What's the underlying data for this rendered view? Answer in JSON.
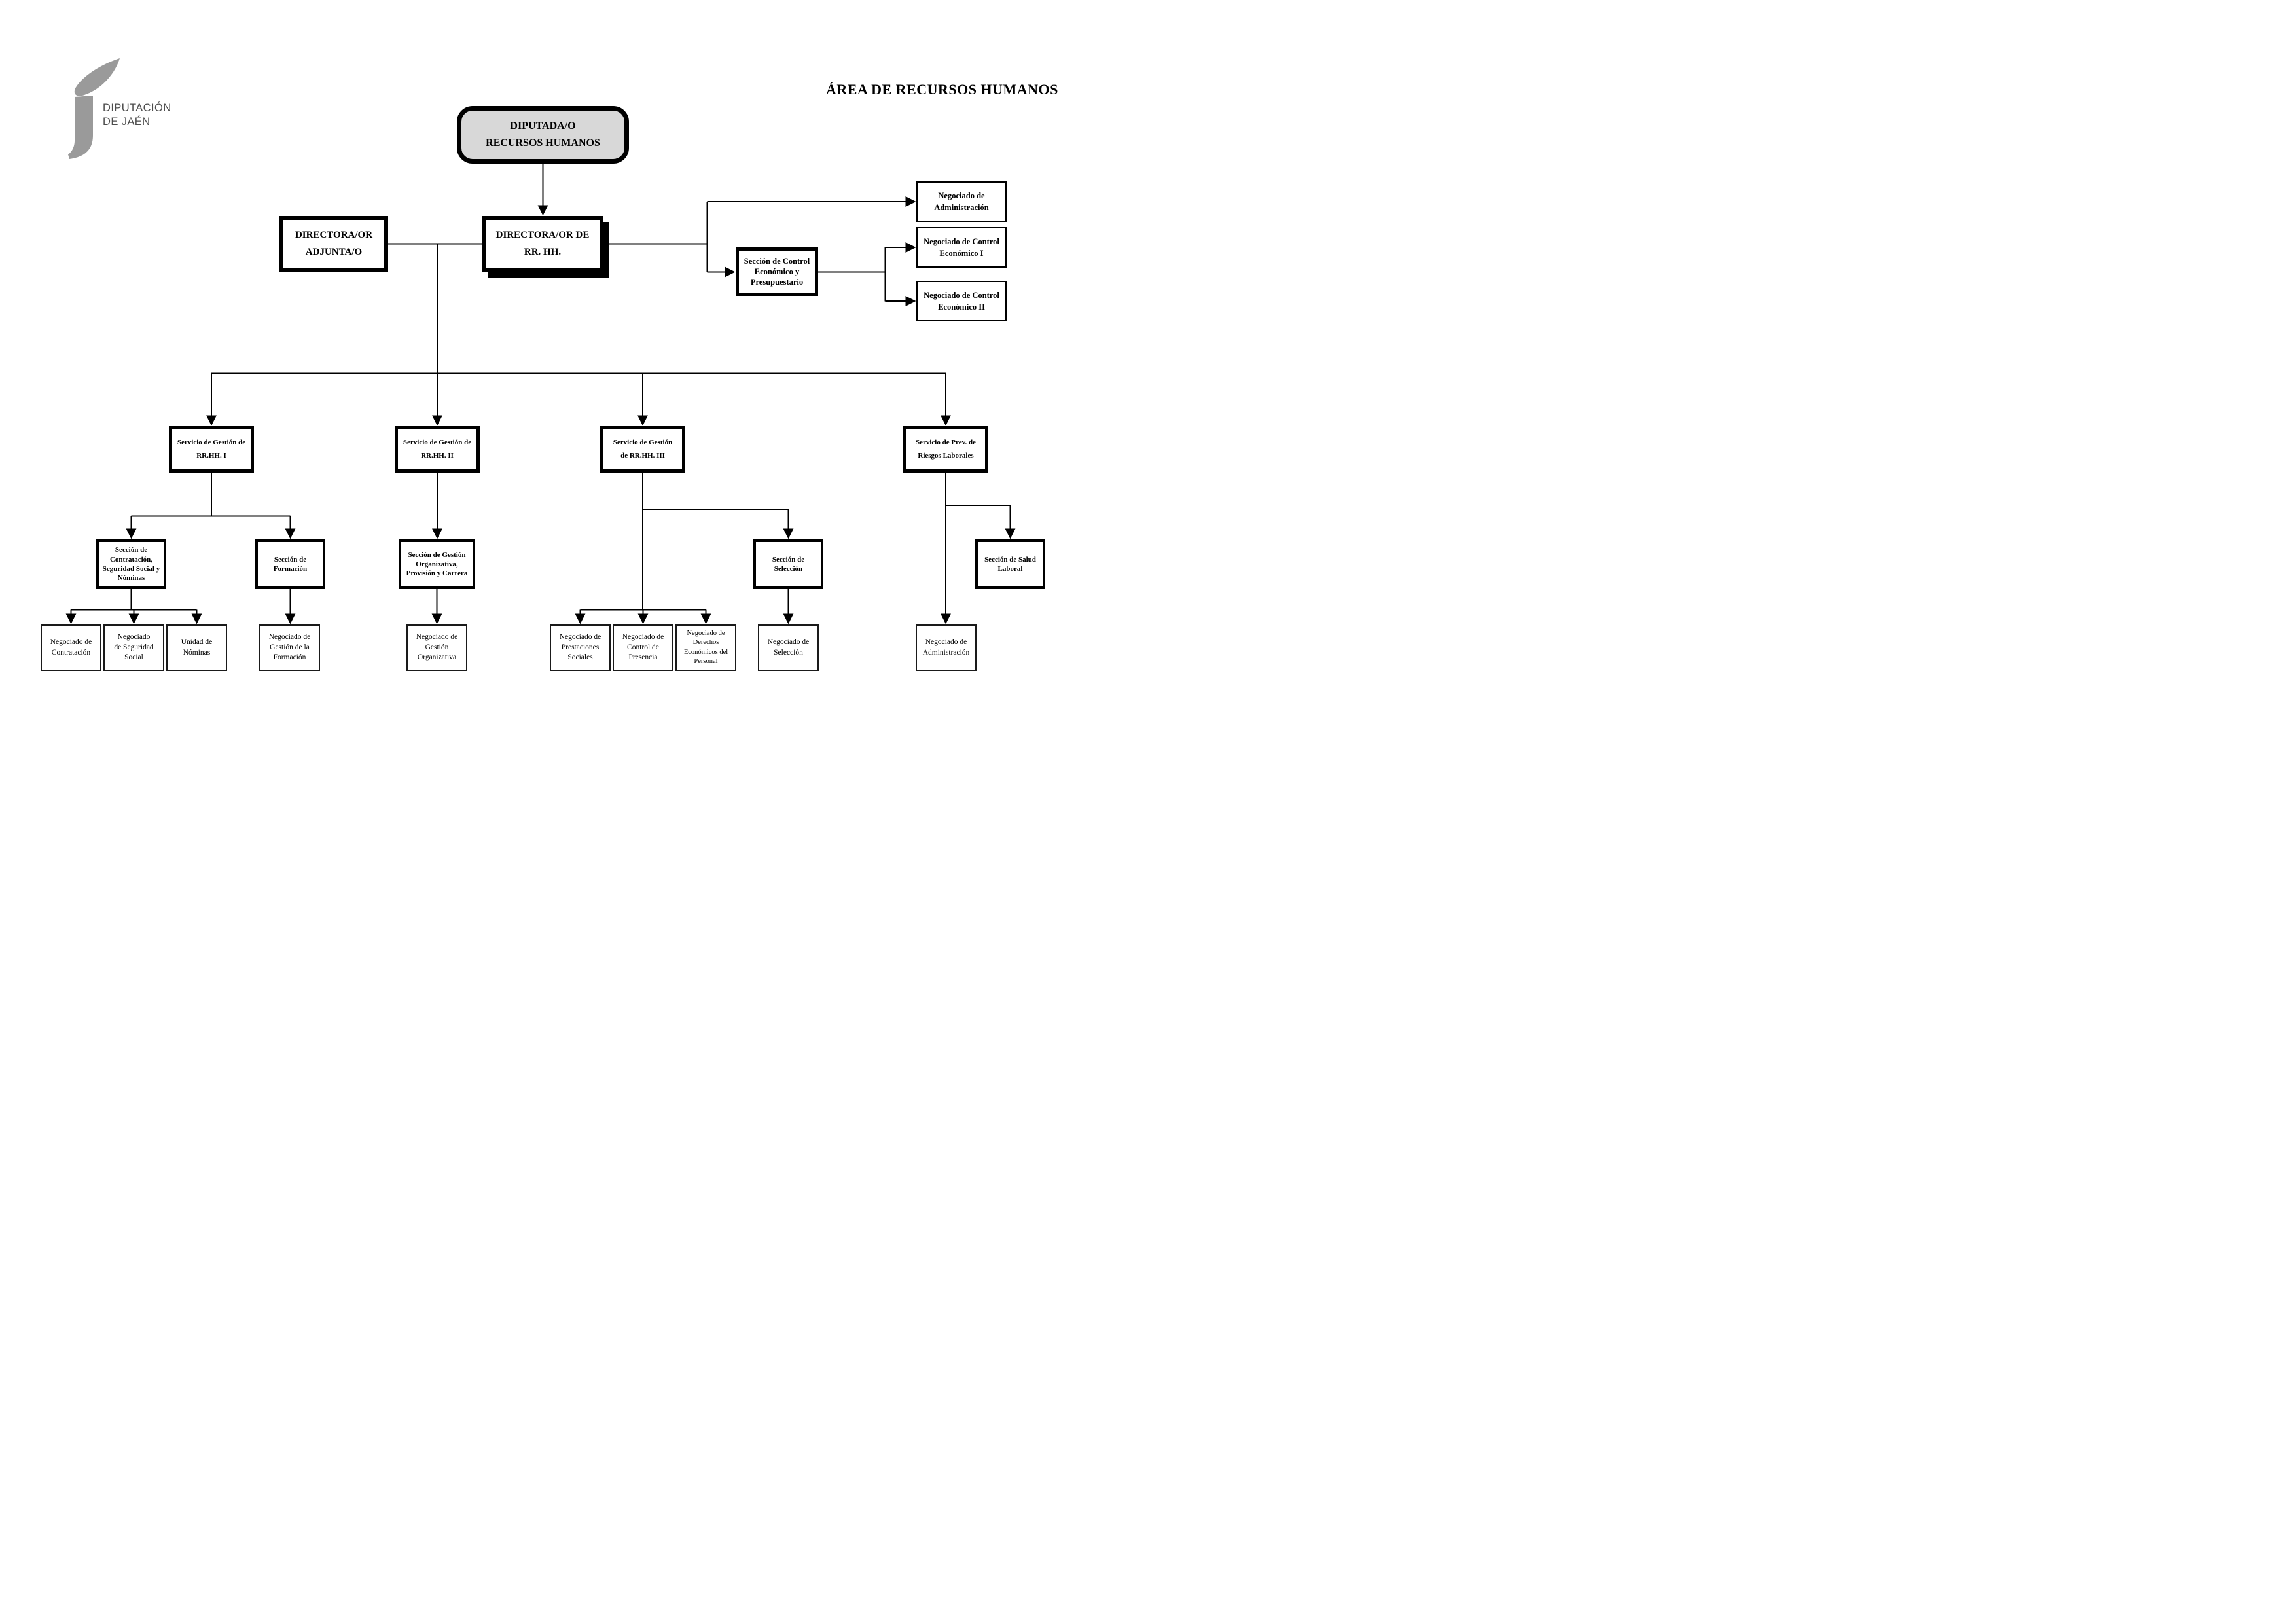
{
  "header": {
    "area_title": "ÁREA DE RECURSOS HUMANOS",
    "logo": {
      "org_name_line1": "DIPUTACIÓN",
      "org_name_line2": "DE JAÉN"
    }
  },
  "colors": {
    "top_node_fill": "#d8d8d8",
    "node_border": "#000000",
    "connector_line": "#000000",
    "logo_gray": "#9a9a9a",
    "logo_text_gray": "#4d4d4d"
  },
  "org_chart": {
    "nodes": {
      "diputada": {
        "label_lines": [
          "DIPUTADA/O",
          "RECURSOS HUMANOS"
        ]
      },
      "directora_adjunta": {
        "label_lines": [
          "DIRECTORA/OR",
          "ADJUNTA/O"
        ]
      },
      "directora_rrhh": {
        "label_lines": [
          "DIRECTORA/OR DE",
          "RR. HH."
        ]
      },
      "negociado_administracion_superior": {
        "label_lines": [
          "Negociado de",
          "Administración"
        ]
      },
      "seccion_control_economico": {
        "label_lines": [
          "Sección de Control",
          "Económico y",
          "Presupuestario"
        ]
      },
      "negociado_control_economico_1": {
        "label_lines": [
          "Negociado de Control",
          "Económico I"
        ]
      },
      "negociado_control_economico_2": {
        "label_lines": [
          "Negociado de Control",
          "Económico II"
        ]
      },
      "servicio_gestion_rrhh_1": {
        "label_lines": [
          "Servicio de Gestión de",
          "RR.HH. I"
        ]
      },
      "servicio_gestion_rrhh_2": {
        "label_lines": [
          "Servicio de Gestión de",
          "RR.HH. II"
        ]
      },
      "servicio_gestion_rrhh_3": {
        "label_lines": [
          "Servicio de Gestión",
          "de RR.HH. III"
        ]
      },
      "servicio_prevencion_riesgos": {
        "label_lines": [
          "Servicio de Prev. de",
          "Riesgos Laborales"
        ]
      },
      "seccion_contratacion": {
        "label_lines": [
          "Sección de",
          "Contratación,",
          "Seguridad Social y",
          "Nóminas"
        ]
      },
      "seccion_formacion": {
        "label_lines": [
          "Sección de",
          "Formación"
        ]
      },
      "seccion_gestion_organizativa": {
        "label_lines": [
          "Sección de Gestión",
          "Organizativa,",
          "Provisión y Carrera"
        ]
      },
      "seccion_seleccion": {
        "label_lines": [
          "Sección de",
          "Selección"
        ]
      },
      "seccion_salud_laboral": {
        "label_lines": [
          "Sección de Salud",
          "Laboral"
        ]
      },
      "negociado_contratacion": {
        "label_lines": [
          "Negociado de",
          "Contratación"
        ]
      },
      "negociado_seguridad_social": {
        "label_lines": [
          "Negociado",
          "de Seguridad",
          "Social"
        ]
      },
      "unidad_nominas": {
        "label_lines": [
          "Unidad de",
          "Nóminas"
        ]
      },
      "negociado_gestion_formacion": {
        "label_lines": [
          "Negociado de",
          "Gestión de la",
          "Formación"
        ]
      },
      "negociado_gestion_organizativa": {
        "label_lines": [
          "Negociado de",
          "Gestión",
          "Organizativa"
        ]
      },
      "negociado_prestaciones_sociales": {
        "label_lines": [
          "Negociado de",
          "Prestaciones",
          "Sociales"
        ]
      },
      "negociado_control_presencia": {
        "label_lines": [
          "Negociado de",
          "Control de",
          "Presencia"
        ]
      },
      "negociado_derechos_economicos": {
        "label_lines": [
          "Negociado de",
          "Derechos",
          "Económicos del",
          "Personal"
        ]
      },
      "negociado_seleccion": {
        "label_lines": [
          "Negociado de",
          "Selección"
        ]
      },
      "negociado_administracion_inferior": {
        "label_lines": [
          "Negociado de",
          "Administración"
        ]
      }
    }
  }
}
